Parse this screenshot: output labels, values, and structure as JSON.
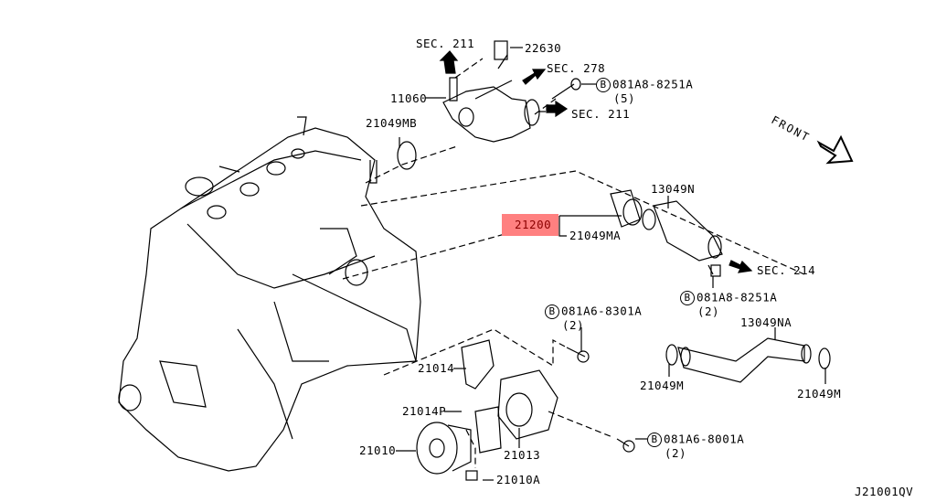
{
  "diagram": {
    "figure_code": "J21001QV",
    "front_label": "FRONT",
    "highlighted_part": "21200",
    "highlight_color": "#ff8080",
    "parts": {
      "p22630": "22630",
      "p11060": "11060",
      "p21049MB": "21049MB",
      "p21200": "21200",
      "p21049MA": "21049MA",
      "p13049N": "13049N",
      "p13049NA": "13049NA",
      "p21049M_left": "21049M",
      "p21049M_right": "21049M",
      "p21014": "21014",
      "p21014P": "21014P",
      "p21010": "21010",
      "p21013": "21013",
      "p21010A": "21010A"
    },
    "section_refs": {
      "sec211_top": "SEC. 211",
      "sec278": "SEC. 278",
      "sec211_right": "SEC. 211",
      "sec214": "SEC. 214"
    },
    "bolts": [
      {
        "symbol": "B",
        "part": "081A8-8251A",
        "qty": "(5)"
      },
      {
        "symbol": "B",
        "part": "081A8-8251A",
        "qty": "(2)"
      },
      {
        "symbol": "B",
        "part": "081A6-8301A",
        "qty": "(2)"
      },
      {
        "symbol": "B",
        "part": "081A6-8001A",
        "qty": "(2)"
      }
    ]
  }
}
